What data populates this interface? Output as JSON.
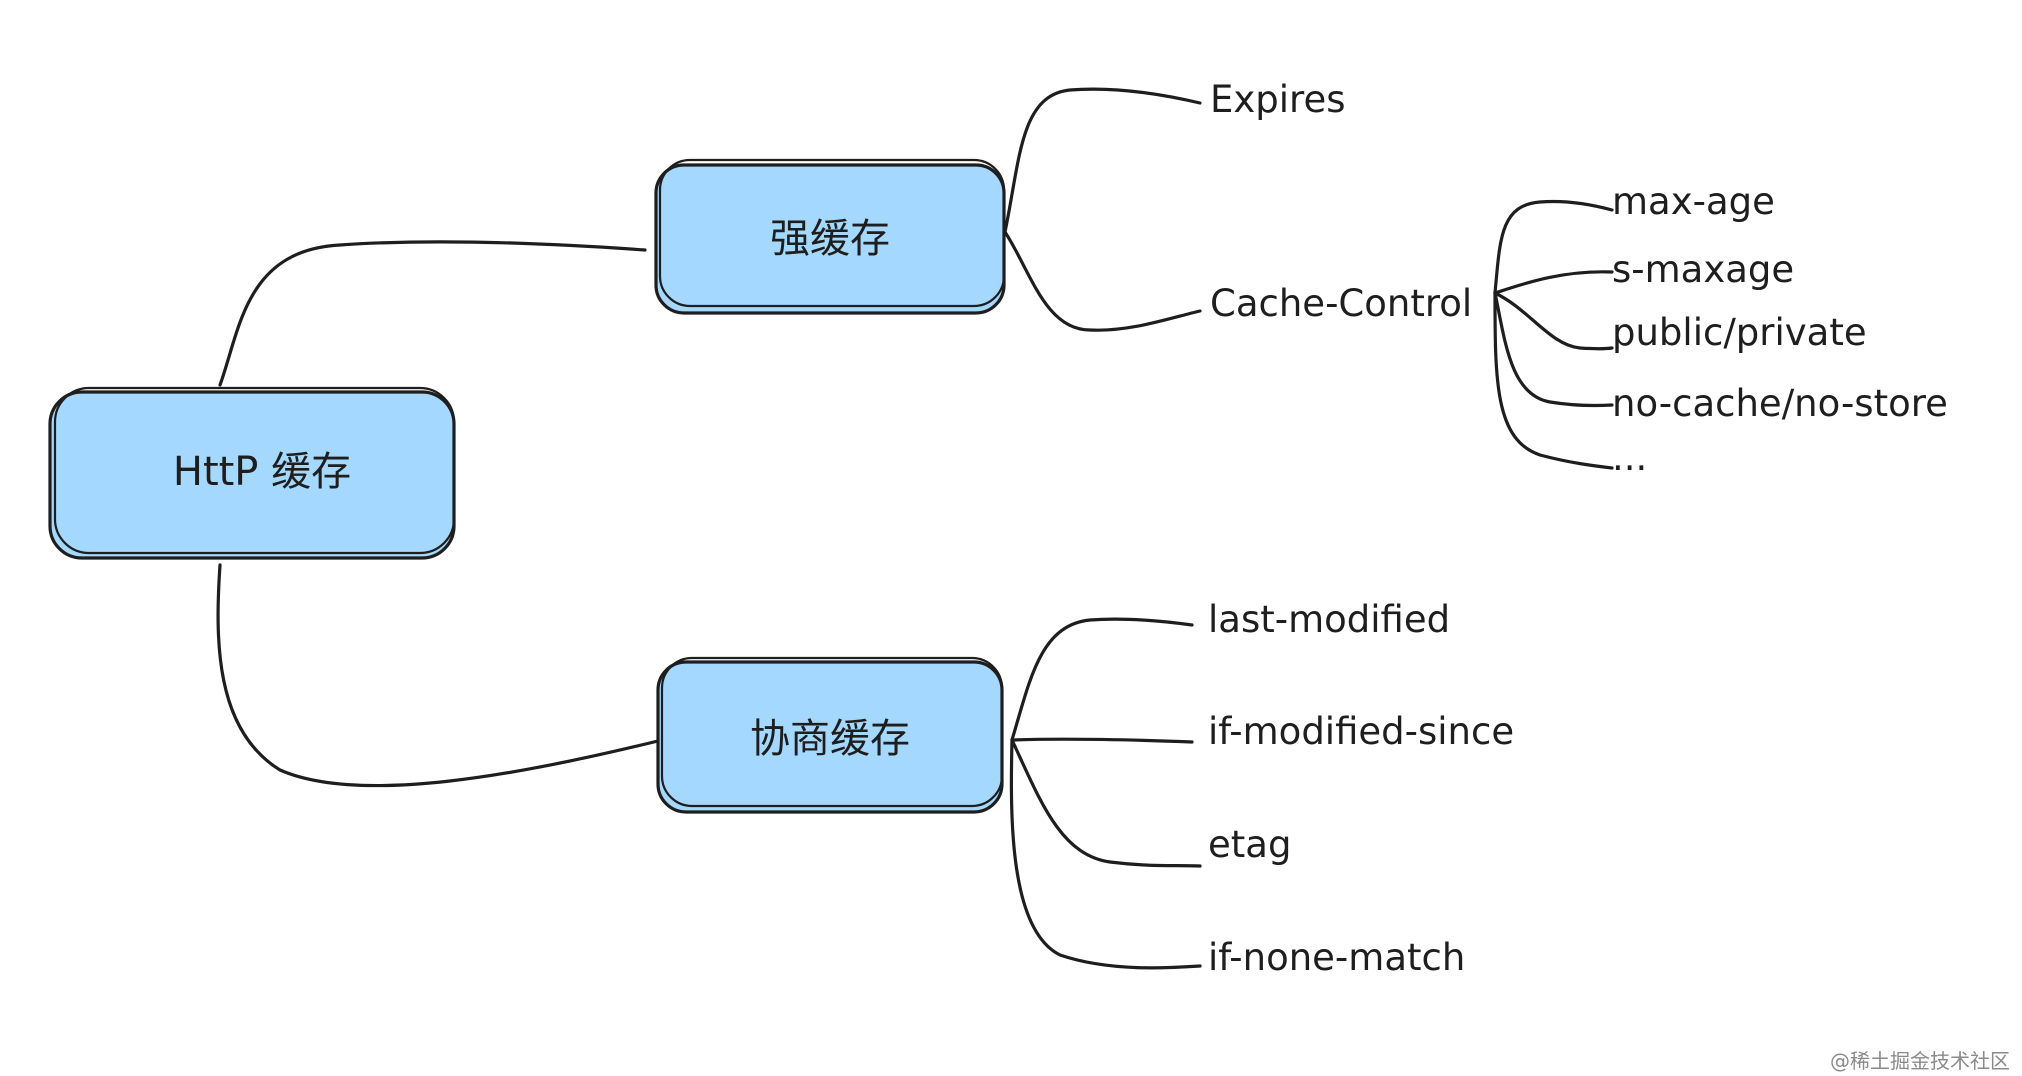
{
  "diagram": {
    "root": {
      "label": "HttP 缓存",
      "color": "#a5d8ff"
    },
    "branches": [
      {
        "label": "强缓存",
        "color": "#a5d8ff",
        "children": [
          {
            "label": "Expires"
          },
          {
            "label": "Cache-Control",
            "children": [
              {
                "label": "max-age"
              },
              {
                "label": "s-maxage"
              },
              {
                "label": "public/private"
              },
              {
                "label": "no-cache/no-store"
              },
              {
                "label": "..."
              }
            ]
          }
        ]
      },
      {
        "label": "协商缓存",
        "color": "#a5d8ff",
        "children": [
          {
            "label": "last-modified"
          },
          {
            "label": "if-modified-since"
          },
          {
            "label": "etag"
          },
          {
            "label": "if-none-match"
          }
        ]
      }
    ]
  },
  "watermark": "@稀土掘金技术社区"
}
